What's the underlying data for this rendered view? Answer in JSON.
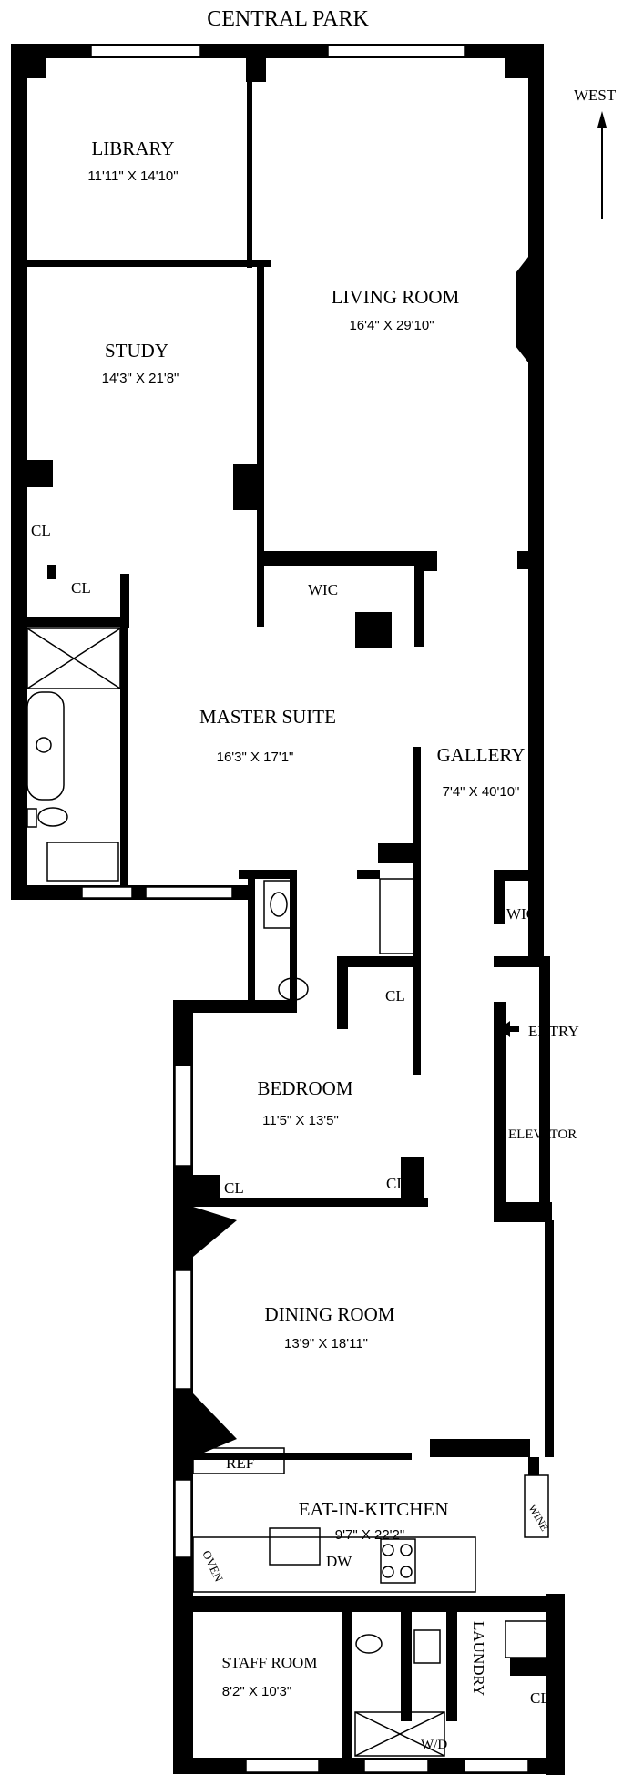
{
  "header": {
    "title": "CENTRAL PARK",
    "compass_label": "WEST"
  },
  "rooms": {
    "library": {
      "name": "LIBRARY",
      "dims": "11'11\" X 14'10\""
    },
    "living_room": {
      "name": "LIVING ROOM",
      "dims": "16'4\" X 29'10\""
    },
    "study": {
      "name": "STUDY",
      "dims": "14'3\" X 21'8\""
    },
    "master_suite": {
      "name": "MASTER SUITE",
      "dims": "16'3\" X 17'1\""
    },
    "gallery": {
      "name": "GALLERY",
      "dims": "7'4\" X 40'10\""
    },
    "bedroom": {
      "name": "BEDROOM",
      "dims": "11'5\" X 13'5\""
    },
    "dining_room": {
      "name": "DINING ROOM",
      "dims": "13'9\" X 18'11\""
    },
    "kitchen": {
      "name": "EAT-IN-KITCHEN",
      "dims": "9'7\" X 22'2\""
    },
    "staff_room": {
      "name": "STAFF ROOM",
      "dims": "8'2\" X 10'3\""
    }
  },
  "labels": {
    "cl": "CL",
    "wic": "WIC",
    "entry": "ENTRY",
    "elevator": "ELEVATOR",
    "ref": "REF",
    "oven": "OVEN",
    "dw": "DW",
    "wine": "WINE",
    "wd": "W/D",
    "laundry": "LAUNDRY"
  },
  "colors": {
    "wall": "#000000",
    "background": "#ffffff"
  }
}
